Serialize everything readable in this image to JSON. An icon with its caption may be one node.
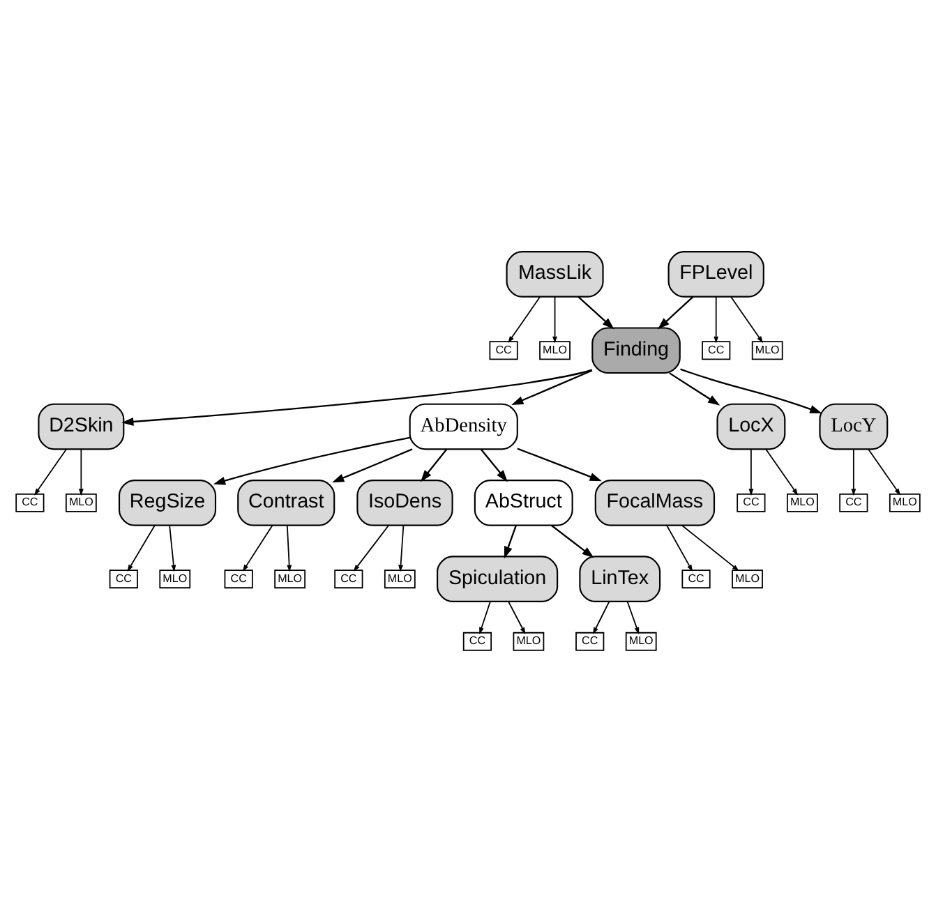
{
  "diagram": {
    "nodes": [
      {
        "text": [
          "MassLik"
        ]
      },
      {
        "text": [
          "CC"
        ]
      },
      {
        "text": [
          "MLO"
        ]
      },
      {
        "text": [
          "FPLevel"
        ]
      },
      {
        "text": [
          "CC"
        ]
      },
      {
        "text": [
          "MLO"
        ]
      },
      {
        "text": [
          "Finding"
        ]
      },
      {
        "text": [
          "RegSize"
        ]
      },
      {
        "text": [
          "CC"
        ]
      },
      {
        "text": [
          "MLO"
        ]
      },
      {
        "text": [
          "D2Skin"
        ]
      },
      {
        "text": [
          "CC"
        ]
      },
      {
        "text": [
          "MLO"
        ]
      },
      {
        "text": [
          "Contrast"
        ]
      },
      {
        "text": [
          "CC"
        ]
      },
      {
        "text": [
          "MLO"
        ]
      },
      {
        "text": [
          "AbDensity"
        ]
      },
      {
        "text": [
          "LocX"
        ]
      },
      {
        "text": [
          "CC"
        ]
      },
      {
        "text": [
          "MLO"
        ]
      },
      {
        "text": [
          "IsoDens"
        ]
      },
      {
        "text": [
          "CC"
        ]
      },
      {
        "text": [
          "MLO"
        ]
      },
      {
        "text": [
          "LocY"
        ]
      },
      {
        "text": [
          "CC"
        ]
      },
      {
        "text": [
          "MLO"
        ]
      },
      {
        "text": [
          "AbStruct"
        ]
      },
      {
        "text": [
          "Spiculation"
        ]
      },
      {
        "text": [
          "CC"
        ]
      },
      {
        "text": [
          "MLO"
        ]
      },
      {
        "text": [
          "FocalMass"
        ]
      },
      {
        "text": [
          "CC"
        ]
      },
      {
        "text": [
          "MLO"
        ]
      },
      {
        "text": [
          "LinTex"
        ]
      },
      {
        "text": [
          "CC"
        ]
      },
      {
        "text": [
          "MLO"
        ]
      }
    ],
    "edges": [
      {
        "from": 0,
        "to": 6,
        "arrow": "to"
      },
      {
        "from": 3,
        "to": 6,
        "arrow": "to"
      },
      {
        "from": 6,
        "to": 10,
        "arrow": "to"
      },
      {
        "from": 6,
        "to": 17,
        "arrow": "to"
      },
      {
        "from": 6,
        "to": 23,
        "arrow": "to"
      },
      {
        "from": 6,
        "to": 16,
        "arrow": "to"
      },
      {
        "from": 16,
        "to": 7,
        "arrow": "to"
      },
      {
        "from": 16,
        "to": 13,
        "arrow": "to"
      },
      {
        "from": 16,
        "to": 20,
        "arrow": "to"
      },
      {
        "from": 16,
        "to": 26,
        "arrow": "to"
      },
      {
        "from": 16,
        "to": 30,
        "arrow": "to"
      },
      {
        "from": 26,
        "to": 27,
        "arrow": "to"
      },
      {
        "from": 26,
        "to": 33,
        "arrow": "to"
      },
      {
        "from": 0,
        "to": 1,
        "arrow": "to"
      },
      {
        "from": 0,
        "to": 2,
        "arrow": "to"
      },
      {
        "from": 3,
        "to": 4,
        "arrow": "to"
      },
      {
        "from": 3,
        "to": 5,
        "arrow": "to"
      },
      {
        "from": 7,
        "to": 8,
        "arrow": "to"
      },
      {
        "from": 7,
        "to": 9,
        "arrow": "to"
      },
      {
        "from": 10,
        "to": 11,
        "arrow": "to"
      },
      {
        "from": 10,
        "to": 12,
        "arrow": "to"
      },
      {
        "from": 13,
        "to": 14,
        "arrow": "to"
      },
      {
        "from": 13,
        "to": 15,
        "arrow": "to"
      },
      {
        "from": 17,
        "to": 18,
        "arrow": "to"
      },
      {
        "from": 17,
        "to": 19,
        "arrow": "to"
      },
      {
        "from": 20,
        "to": 21,
        "arrow": "to"
      },
      {
        "from": 20,
        "to": 22,
        "arrow": "to"
      },
      {
        "from": 23,
        "to": 24,
        "arrow": "to"
      },
      {
        "from": 23,
        "to": 25,
        "arrow": "to"
      },
      {
        "from": 27,
        "to": 28,
        "arrow": "to"
      },
      {
        "from": 27,
        "to": 29,
        "arrow": "to"
      },
      {
        "from": 30,
        "to": 31,
        "arrow": "to"
      },
      {
        "from": 30,
        "to": 32,
        "arrow": "to"
      },
      {
        "from": 33,
        "to": 34,
        "arrow": "to"
      },
      {
        "from": 33,
        "to": 35,
        "arrow": "to"
      }
    ]
  }
}
